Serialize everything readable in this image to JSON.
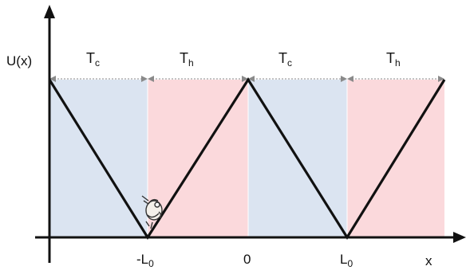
{
  "axis": {
    "y_label": "U(x)",
    "x_label": "x"
  },
  "regions": [
    {
      "label_main": "T",
      "label_sub": "c",
      "kind": "cold"
    },
    {
      "label_main": "T",
      "label_sub": "h",
      "kind": "hot"
    },
    {
      "label_main": "T",
      "label_sub": "c",
      "kind": "cold"
    },
    {
      "label_main": "T",
      "label_sub": "h",
      "kind": "hot"
    }
  ],
  "x_ticks": {
    "neg_L0_main": "-L",
    "neg_L0_sub": "0",
    "zero": "0",
    "L0_main": "L",
    "L0_sub": "0"
  },
  "colors": {
    "cold": "#dbe4f1",
    "hot": "#fbd9dc",
    "line": "#111111",
    "dotted": "#8a8a8a"
  },
  "icons": {
    "particle": "motor-particle-icon"
  }
}
